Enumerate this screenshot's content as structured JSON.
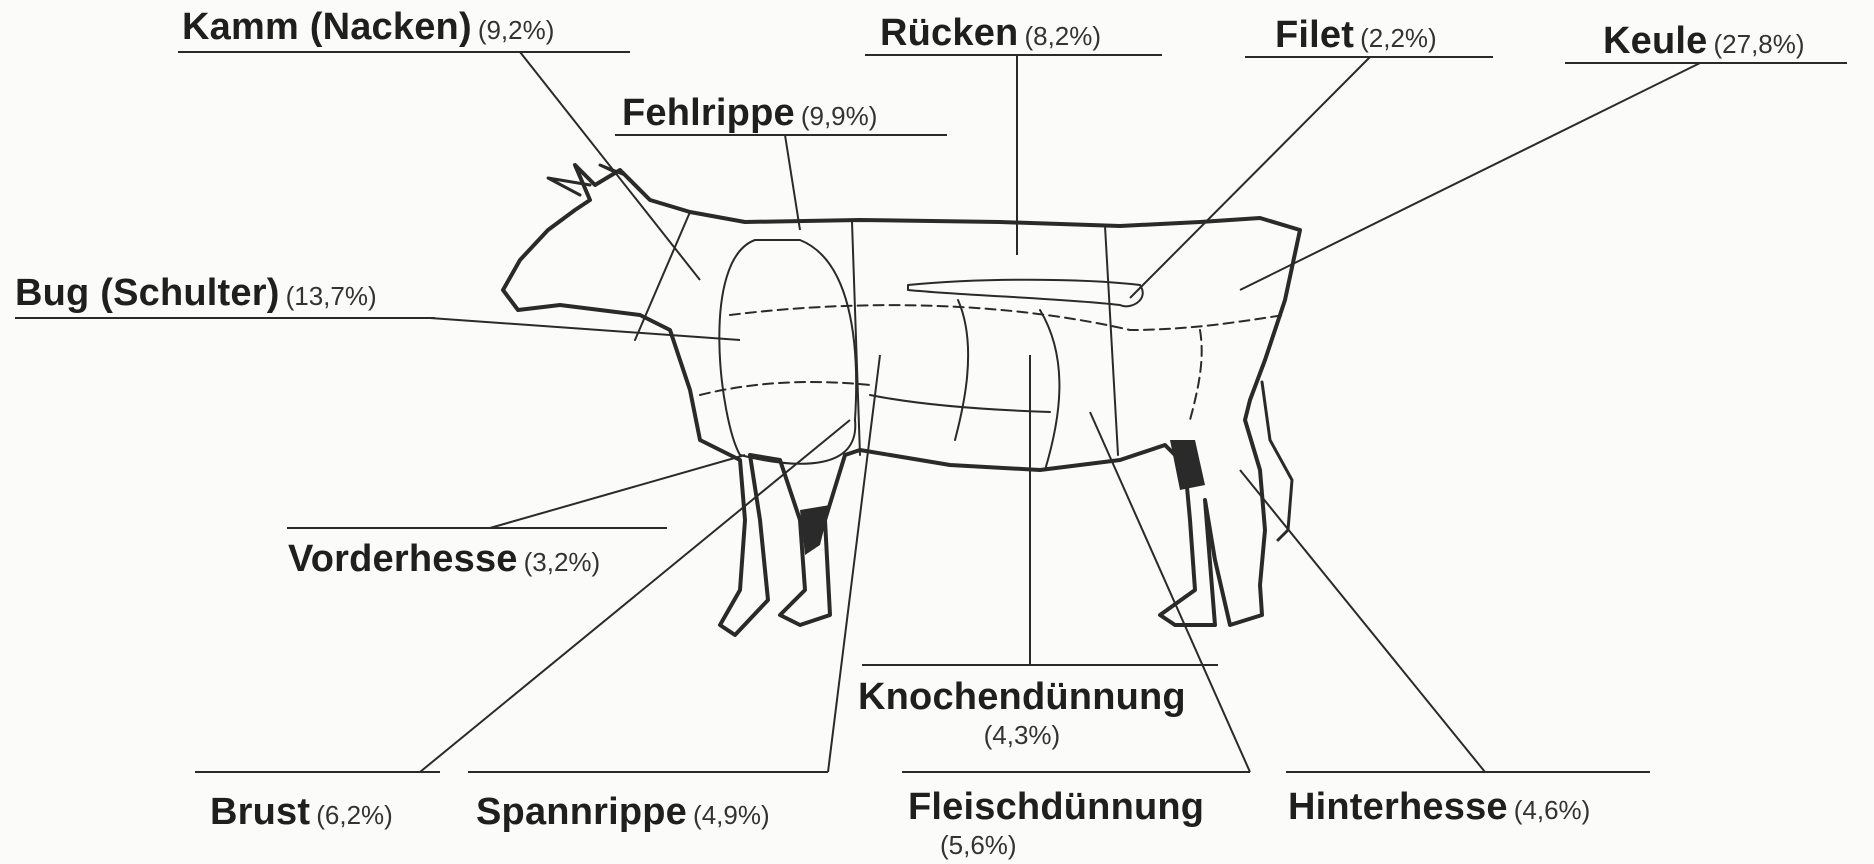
{
  "labels": {
    "kamm": {
      "name": "Kamm (Nacken)",
      "pct": "(9,2%)"
    },
    "ruecken": {
      "name": "Rücken",
      "pct": "(8,2%)"
    },
    "filet": {
      "name": "Filet",
      "pct": "(2,2%)"
    },
    "keule": {
      "name": "Keule",
      "pct": "(27,8%)"
    },
    "fehlrippe": {
      "name": "Fehlrippe",
      "pct": "(9,9%)"
    },
    "bug": {
      "name": "Bug (Schulter)",
      "pct": "(13,7%)"
    },
    "vorderhesse": {
      "name": "Vorderhesse",
      "pct": "(3,2%)"
    },
    "knochen": {
      "name": "Knochendünnung",
      "pct": "(4,3%)"
    },
    "brust": {
      "name": "Brust",
      "pct": "(6,2%)"
    },
    "spannrippe": {
      "name": "Spannrippe",
      "pct": "(4,9%)"
    },
    "fleisch": {
      "name": "Fleischdünnung",
      "pct": "(5,6%)"
    },
    "hinterhesse": {
      "name": "Hinterhesse",
      "pct": "(4,6%)"
    }
  },
  "colors": {
    "ink": "#2a2a2a",
    "background": "#fbfbf9"
  }
}
